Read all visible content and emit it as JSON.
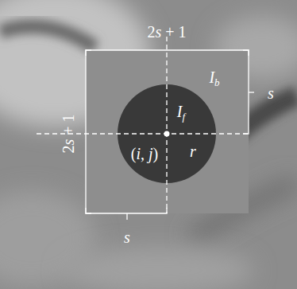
{
  "diagram": {
    "nodes": [
      {
        "text": [
          "Ib"
        ]
      },
      {
        "text": [
          "If",
          "(i, j)",
          "r"
        ],
        "in": 0
      }
    ],
    "labels": [
      "2s + 1",
      "2s + 1",
      "s",
      "s"
    ]
  }
}
